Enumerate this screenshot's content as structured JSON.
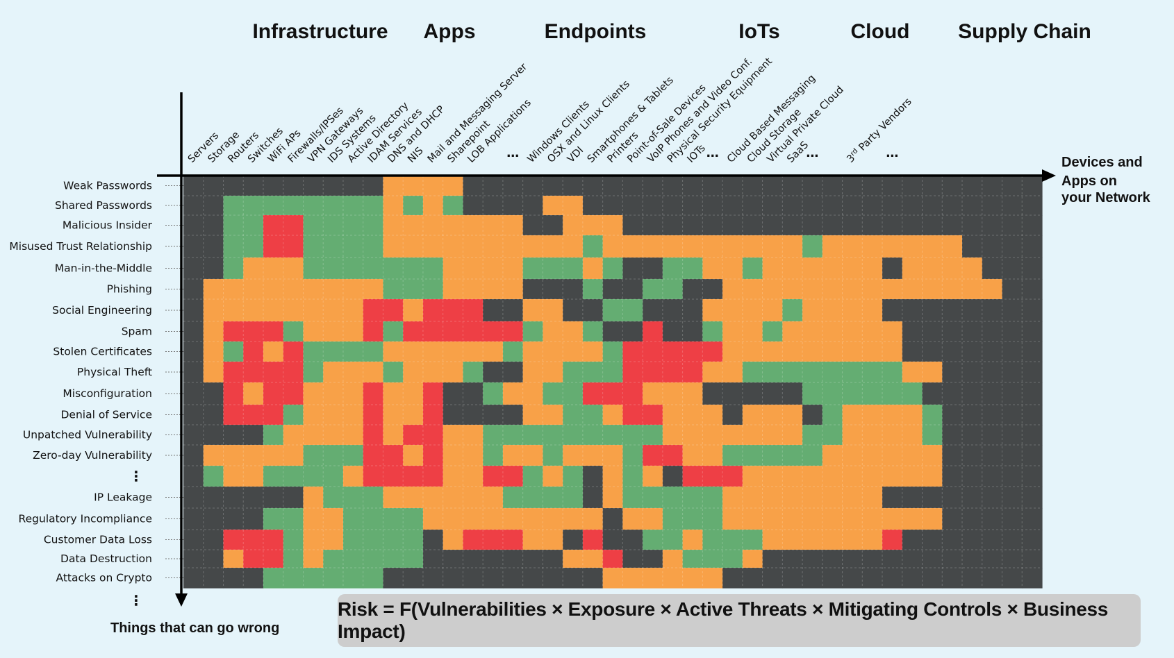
{
  "chart_data": {
    "type": "heatmap",
    "title": "",
    "groups": [
      "Infrastructure",
      "Apps",
      "Endpoints",
      "IoTs",
      "Cloud",
      "Supply Chain"
    ],
    "columns": [
      "Servers",
      "Storage",
      "Routers",
      "Switches",
      "WiFi APs",
      "Firewalls/IPSes",
      "VPN Gateways",
      "IDS Systems",
      "Active Directory",
      "IDAM Services",
      "DNS and DHCP",
      "NIS",
      "Mail and Messaging Server",
      "Sharepoint",
      "LOB Applications",
      "",
      "…",
      "Windows Clients",
      "OSX and Linux Clients",
      "VDI",
      "Smartphones & Tablets",
      "Printers",
      "Point-of-Sale Devices",
      "VoIP Phones and Video Conf.",
      "Physical Security Equipment",
      "IOTs",
      "…",
      "Cloud Based Messaging",
      "Cloud Storage",
      "Virtual Private Cloud",
      "SaaS",
      "…",
      "",
      "3rd Party Vendors",
      "",
      "…",
      "",
      ""
    ],
    "rows": [
      "Weak Passwords",
      "Shared Passwords",
      "Malicious Insider",
      "Misused Trust Relationship",
      "Man-in-the-Middle",
      "Phishing",
      "Social Engineering",
      "Spam",
      "Stolen Certificates",
      "Physical Theft",
      "Misconfiguration",
      "Denial of Service",
      "Unpatched Vulnerability",
      "Zero-day Vulnerability",
      "⋮",
      "IP Leakage",
      "Regulatory Incompliance",
      "Customer Data Loss",
      "Data Destruction",
      "Attacks on Crypto"
    ],
    "x_axis_label": "Devices and Apps on your Network",
    "y_axis_label": "Things that can go wrong",
    "trailing_row_marker": "⋮",
    "legend_levels": {
      "D": "#454849",
      "G": "#64ad72",
      "O": "#f8a148",
      "R": "#ee3f45"
    },
    "cells": [
      "DDDDDDDDDDOOOODDDDDDDDDDDDDDDDDDDDDDDDDDDDD",
      "DDGGGGGGGGOGOGDDDDOODDDDDDDDDDDDDDDDDDDDDDD",
      "DDGGRRGGGGOOOOOOODDOOODDDDDDDDDDDDDDDDDDDDD",
      "DDGGRRGGGGOOOOOOOOOOGOOOOOOOOOOGOOOOOOODDDD",
      "DDGOOOGGGGGGGOOOOGGGOGDDGGOOGOOOOOODOOOOD",
      "DOOOOOOOOOGGGOOOODDDGDDGGDDOOOOOOOOOOOOOO",
      "DOOOOOOOORRORRRDDOODDGGDDDOOOOGOOOODDDDDD",
      "DORRRGOOORGRRRRRRGOOGDDRDDGOOGOOOOOODDDDD",
      "DOGRORGGGGOOOOOOGOOOOGRRRRROOOOOOOOODDDDD",
      "DORRRRGOOOGOOOGDDOOGGGRRRROOGGGGGGGGOODDD",
      "DDRORROOOROORDDGOOGGRRROOODDDDDGGGGGGDDDD",
      "DDRRRGOOOROORDDDDOOGGORROOODOOODGOOOOGDDD",
      "DDDDGOOOORORROOGGGGGGGGGOOOOOOOGGOOOOGDDD",
      "DOOOOOGGGRROROOGOOGOOOGRROOGGGGGOOOOOODDD",
      "DGOOGGGGORRRROORRGOGDOGODRRROOOOOOOOOODDD",
      "DDDDDDOGGGOOOOOOGGGGDOGGGGGOOOOOOOODDDDDD",
      "DDDDGGOOGGGGOOOOOOOOODOOGGGOOOOOOOOOOODDD",
      "DDRRRGOOGGGGDORRROODRDDGGOGGGOOOOOORDDDDD",
      "DDORRGOGGGGGDDDDDDDOORDDOGGGODDDDDDDDDDDD",
      "DDDDGGGGGGDDDDDDDDDDDOOOOOODDDDDDDDDDDDDD"
    ]
  },
  "formula": "Risk = F(Vulnerabilities × Exposure × Active Threats × Mitigating Controls × Business Impact)"
}
